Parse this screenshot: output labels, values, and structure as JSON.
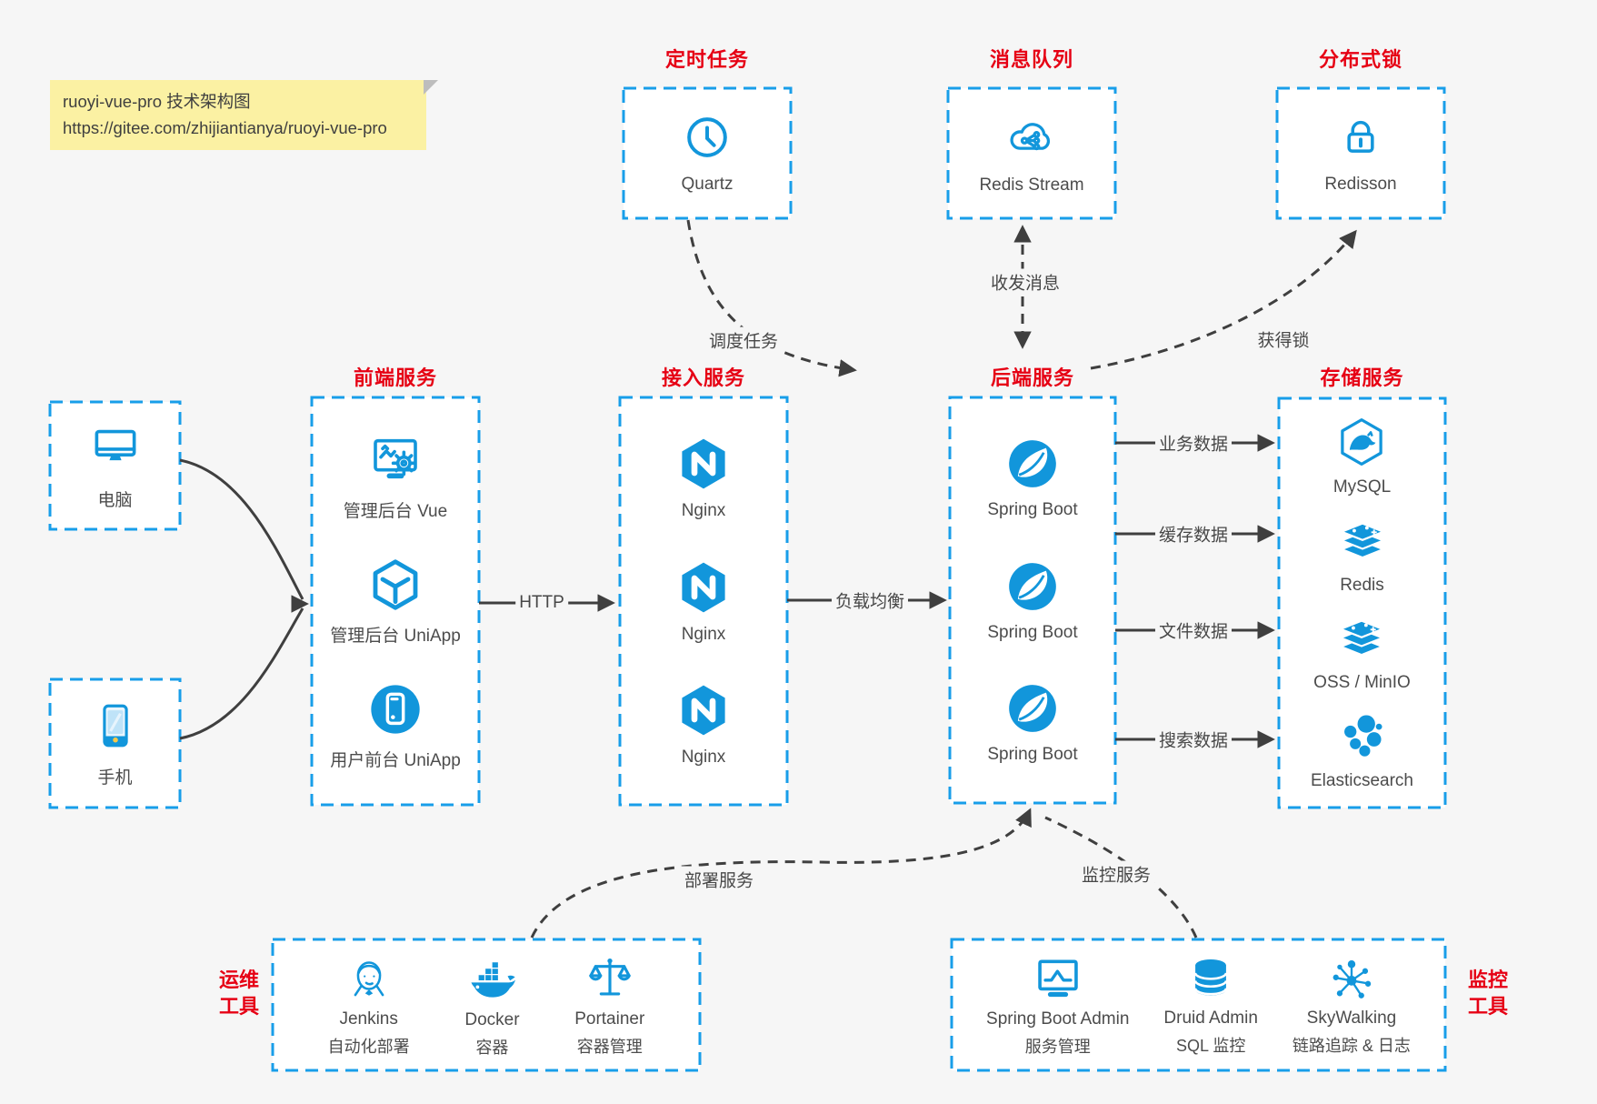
{
  "note": {
    "title": "ruoyi-vue-pro 技术架构图",
    "url": "https://gitee.com/zhijiantianya/ruoyi-vue-pro"
  },
  "top_groups": [
    {
      "title": "定时任务",
      "label": "Quartz"
    },
    {
      "title": "消息队列",
      "label": "Redis Stream"
    },
    {
      "title": "分布式锁",
      "label": "Redisson"
    }
  ],
  "clients": [
    {
      "label": "电脑"
    },
    {
      "label": "手机"
    }
  ],
  "columns": [
    {
      "title": "前端服务",
      "items": [
        {
          "label": "管理后台 Vue"
        },
        {
          "label": "管理后台 UniApp"
        },
        {
          "label": "用户前台 UniApp"
        }
      ]
    },
    {
      "title": "接入服务",
      "items": [
        {
          "label": "Nginx"
        },
        {
          "label": "Nginx"
        },
        {
          "label": "Nginx"
        }
      ]
    },
    {
      "title": "后端服务",
      "items": [
        {
          "label": "Spring Boot"
        },
        {
          "label": "Spring Boot"
        },
        {
          "label": "Spring Boot"
        }
      ]
    },
    {
      "title": "存储服务",
      "items": [
        {
          "label": "MySQL"
        },
        {
          "label": "Redis"
        },
        {
          "label": "OSS / MinIO"
        },
        {
          "label": "Elasticsearch"
        }
      ]
    }
  ],
  "edges": {
    "http": "HTTP",
    "load_balance": "负载均衡",
    "schedule": "调度任务",
    "messaging": "收发消息",
    "lock": "获得锁",
    "business_data": "业务数据",
    "cache_data": "缓存数据",
    "file_data": "文件数据",
    "search_data": "搜索数据",
    "deploy": "部署服务",
    "monitor": "监控服务"
  },
  "bottom_groups": [
    {
      "side_label_line1": "运维",
      "side_label_line2": "工具",
      "items": [
        {
          "name": "Jenkins",
          "desc": "自动化部署"
        },
        {
          "name": "Docker",
          "desc": "容器"
        },
        {
          "name": "Portainer",
          "desc": "容器管理"
        }
      ]
    },
    {
      "side_label_line1": "监控",
      "side_label_line2": "工具",
      "items": [
        {
          "name": "Spring Boot Admin",
          "desc": "服务管理"
        },
        {
          "name": "Druid Admin",
          "desc": "SQL 监控"
        },
        {
          "name": "SkyWalking",
          "desc": "链路追踪 & 日志"
        }
      ]
    }
  ],
  "colors": {
    "accent_blue": "#1296db",
    "border_blue": "#189ee9",
    "title_red": "#e60014",
    "arrow_gray": "#3f3f3f",
    "note_bg": "#fbf1a3",
    "page_bg": "#f6f6f6"
  }
}
